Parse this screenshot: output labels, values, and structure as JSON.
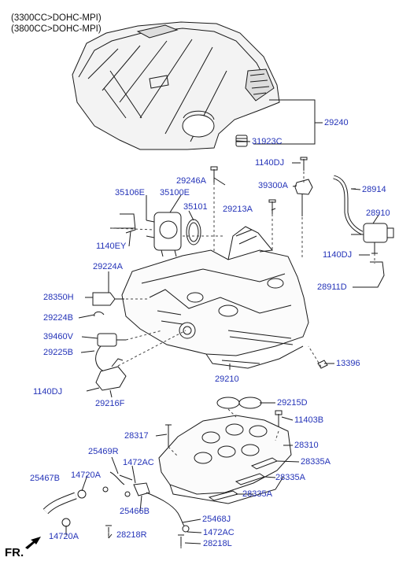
{
  "header": {
    "line1": "(3300CC>DOHC-MPI)",
    "line2": "(3800CC>DOHC-MPI)"
  },
  "colors": {
    "label": "#2433b8",
    "line": "#1a1a1a"
  },
  "parts": {
    "p29240": "29240",
    "p31923C": "31923C",
    "p1140DJ_a": "1140DJ",
    "p29246A": "29246A",
    "p39300A": "39300A",
    "p28914": "28914",
    "p35106E": "35106E",
    "p35100E": "35100E",
    "p35101": "35101",
    "p29213A": "29213A",
    "p28910": "28910",
    "p1140EY": "1140EY",
    "p1140DJ_b": "1140DJ",
    "p29224A": "29224A",
    "p28911D": "28911D",
    "p28350H": "28350H",
    "p29224B": "29224B",
    "p39460V": "39460V",
    "p29225B": "29225B",
    "p13396": "13396",
    "p29210": "29210",
    "p1140DJ_c": "1140DJ",
    "p29216F": "29216F",
    "p29215D": "29215D",
    "p11403B": "11403B",
    "p28317": "28317",
    "p28310": "28310",
    "p25469R": "25469R",
    "p1472AC_a": "1472AC",
    "p28335A_a": "28335A",
    "p25467B": "25467B",
    "p14720A_a": "14720A",
    "p28335A_b": "28335A",
    "p28335A_c": "28335A",
    "p25466B": "25466B",
    "p25468J": "25468J",
    "p14720A_b": "14720A",
    "p28218R": "28218R",
    "p1472AC_b": "1472AC",
    "p28218L": "28218L"
  },
  "footer": {
    "direction_label": "FR."
  },
  "icons": [
    "engine-cover-icon",
    "intake-manifold-icon",
    "throttle-body-icon",
    "fr-arrow-icon"
  ]
}
